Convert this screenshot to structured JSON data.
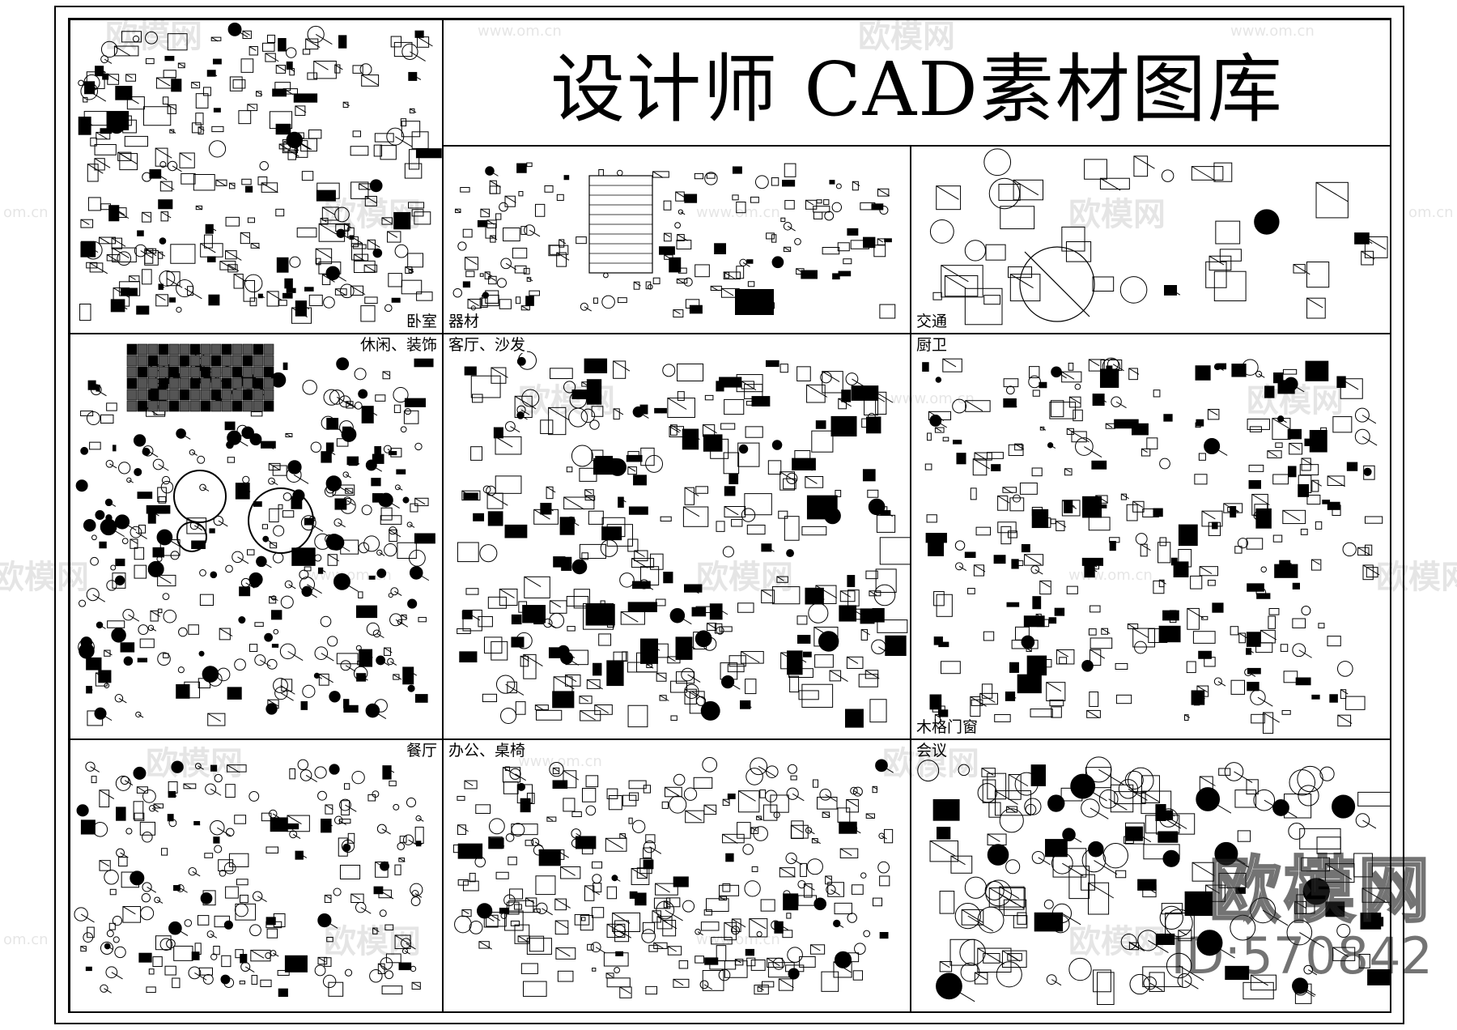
{
  "title": "设计师 CAD素材图库",
  "panels": {
    "bedroom": "卧室",
    "equipment": "器材",
    "traffic": "交通",
    "leisure": "休闲、装饰",
    "living": "客厅、沙发",
    "kitchen": "厨卫",
    "doors": "木格门窗",
    "dining": "餐厅",
    "office": "办公、桌椅",
    "meeting": "会议"
  },
  "watermark": {
    "brand": "欧模网",
    "url": "www.om.cn",
    "short_url": "om.cn",
    "id": "ID:570842"
  }
}
